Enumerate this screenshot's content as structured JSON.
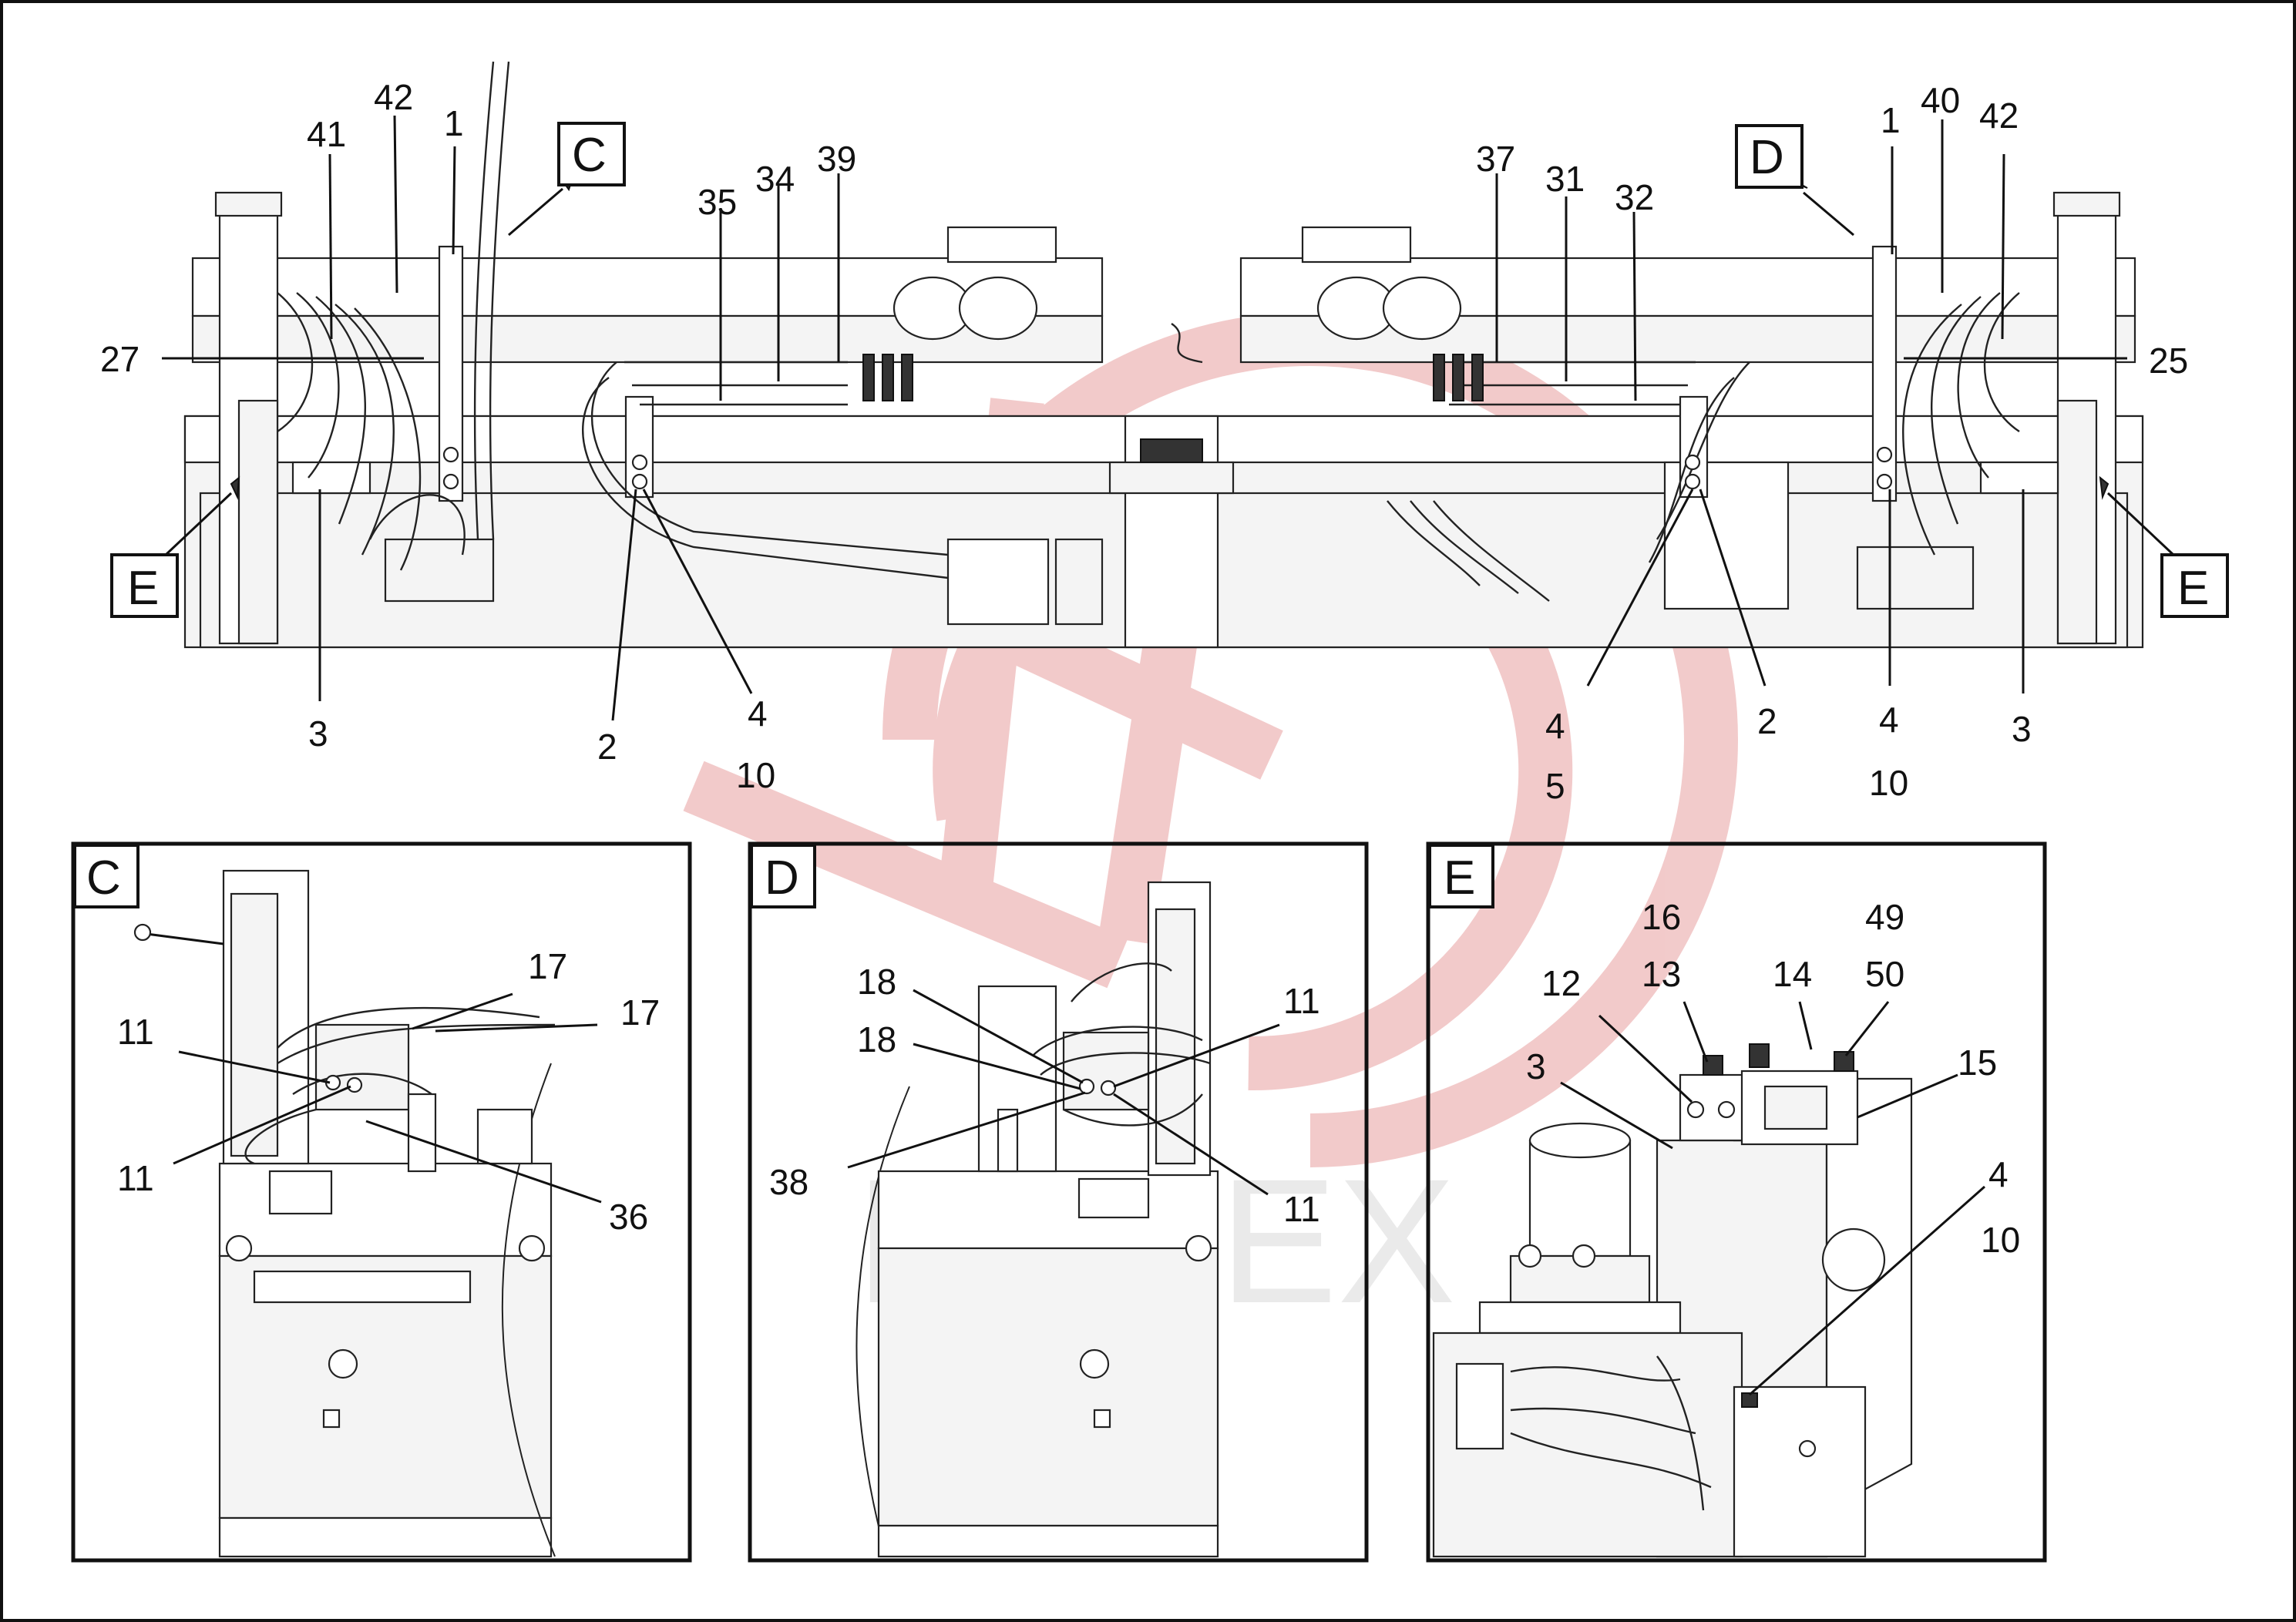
{
  "watermark": {
    "text": "ИНТЕХ",
    "color": "#e8c3c3"
  },
  "main_view": {
    "view_markers": [
      "C",
      "D",
      "E",
      "E"
    ],
    "callouts": {
      "c41": "41",
      "c42_left": "42",
      "c1_left": "1",
      "c35": "35",
      "c34": "34",
      "c39": "39",
      "c37": "37",
      "c31": "31",
      "c32": "32",
      "c1_right": "1",
      "c40": "40",
      "c42_right": "42",
      "c27": "27",
      "c25": "25",
      "c3_left": "3",
      "c2_left": "2",
      "c4_left": "4",
      "c10_left": "10",
      "c4_mid": "4",
      "c5_mid": "5",
      "c2_right": "2",
      "c4_right": "4",
      "c10_right": "10",
      "c3_right": "3"
    }
  },
  "detail_c": {
    "title": "C",
    "callouts": {
      "c17_a": "17",
      "c17_b": "17",
      "c11_a": "11",
      "c11_b": "11",
      "c36": "36"
    }
  },
  "detail_d": {
    "title": "D",
    "callouts": {
      "c18_a": "18",
      "c18_b": "18",
      "c11_a": "11",
      "c11_b": "11",
      "c38": "38"
    }
  },
  "detail_e": {
    "title": "E",
    "callouts": {
      "c16": "16",
      "c49": "49",
      "c12": "12",
      "c13": "13",
      "c14": "14",
      "c50": "50",
      "c3": "3",
      "c15": "15",
      "c4": "4",
      "c10": "10"
    }
  }
}
